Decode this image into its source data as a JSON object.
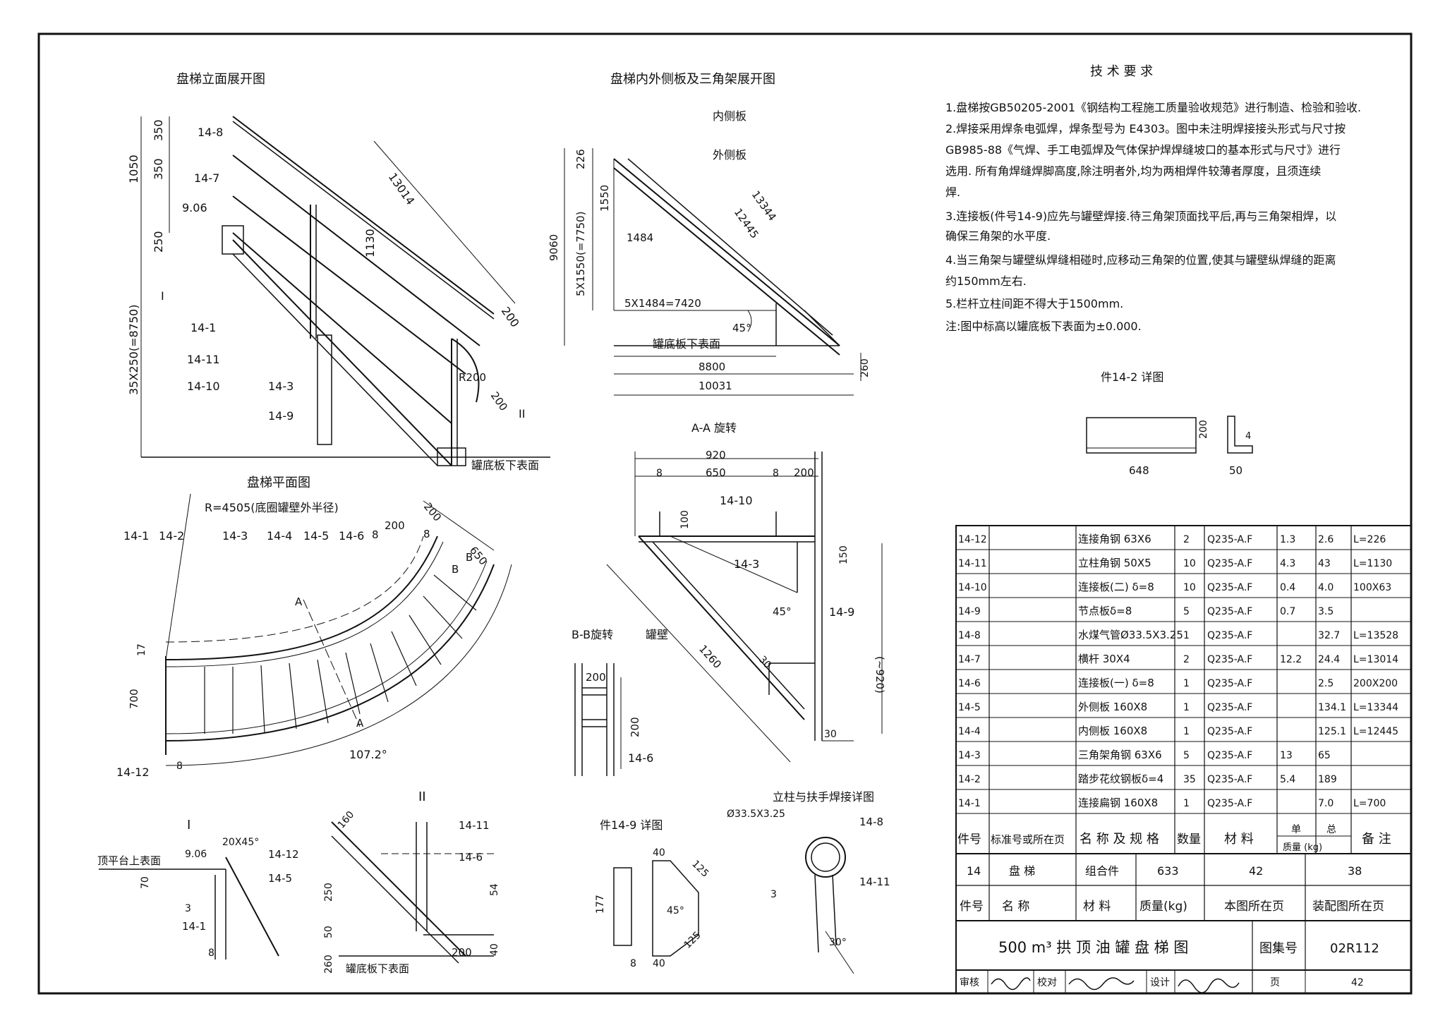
{
  "views": {
    "elevation_title": "盘梯立面展开图",
    "side_plate_title": "盘梯内外侧板及三角架展开图",
    "plan_title": "盘梯平面图",
    "aa_title": "A-A 旋转",
    "bb_title": "B-B旋转",
    "detail_I_title": "I",
    "detail_II_title": "II",
    "part149_title": "件14-9 详图",
    "weld_title": "立柱与扶手焊接详图",
    "part142_title": "件14-2 详图"
  },
  "elevation": {
    "dims": [
      "350",
      "350",
      "1050",
      "250",
      "35X250(=8750)",
      "9.06",
      "1130",
      "13014",
      "200",
      "R200",
      "200"
    ],
    "callouts": [
      "14-8",
      "14-7",
      "I",
      "14-1",
      "14-11",
      "14-10",
      "14-3",
      "14-9",
      "II"
    ],
    "base_label": "罐底板下表面"
  },
  "side_plate": {
    "labels": [
      "内侧板",
      "外侧板"
    ],
    "dims": [
      "226",
      "1550",
      "9060",
      "5X1550(=7750)",
      "1484",
      "5X1484=7420",
      "13344",
      "12445",
      "45°",
      "8800",
      "10031",
      "260"
    ],
    "base_label": "罐底板下表面"
  },
  "plan": {
    "radius_label": "R=4505(底圈罐壁外半径)",
    "callouts": [
      "14-1",
      "14-2",
      "14-3",
      "14-4",
      "14-5",
      "14-6",
      "14-12"
    ],
    "dims": [
      "8",
      "200",
      "8",
      "650",
      "17",
      "700",
      "8",
      "107.2°",
      "200"
    ],
    "section_marks": [
      "A",
      "A",
      "B",
      "B"
    ]
  },
  "aa_section": {
    "dims": [
      "920",
      "8",
      "650",
      "8",
      "200",
      "100",
      "150",
      "1260",
      "(~920)",
      "30",
      "45°",
      "30"
    ],
    "callouts": [
      "14-10",
      "14-3",
      "14-9"
    ]
  },
  "bb_section": {
    "dims": [
      "200",
      "200"
    ],
    "labels": [
      "罐壁",
      "14-6"
    ]
  },
  "detail_I": {
    "labels": [
      "顶平台上表面",
      "9.06",
      "20X45°",
      "14-12",
      "14-5",
      "70",
      "3",
      "14-1",
      "8"
    ]
  },
  "detail_II": {
    "labels": [
      "160",
      "14-11",
      "14-6",
      "250",
      "54",
      "50",
      "260",
      "200",
      "40"
    ],
    "base_label": "罐底板下表面"
  },
  "part149": {
    "dims": [
      "40",
      "125",
      "177",
      "45°",
      "125",
      "8",
      "40"
    ]
  },
  "weld_detail": {
    "labels": [
      "Ø33.5X3.25",
      "14-8",
      "3",
      "14-11",
      "30°"
    ]
  },
  "part142": {
    "dims": [
      "200",
      "4",
      "648",
      "50"
    ]
  },
  "tech": {
    "title": "技 术 要 求",
    "lines": [
      "1.盘梯按GB50205-2001《钢结构工程施工质量验收规范》进行制造、检验和验收.",
      "2.焊接采用焊条电弧焊，焊条型号为 E4303。图中未注明焊接接头形式与尺寸按",
      "  GB985-88《气焊、手工电弧焊及气体保护焊焊缝坡口的基本形式与尺寸》进行",
      "  选用. 所有角焊缝焊脚高度,除注明者外,均为两相焊件较薄者厚度，且须连续",
      "  焊.",
      "3.连接板(件号14-9)应先与罐壁焊接.待三角架顶面找平后,再与三角架相焊，以",
      "  确保三角架的水平度.",
      "4.当三角架与罐壁纵焊缝相碰时,应移动三角架的位置,使其与罐壁纵焊缝的距离",
      "  约150mm左右.",
      "5.栏杆立柱间距不得大于1500mm.",
      "注:图中标高以罐底板下表面为±0.000."
    ]
  },
  "bom": {
    "rows": [
      [
        "14-12",
        "",
        "连接角钢 63X6",
        "2",
        "Q235-A.F",
        "1.3",
        "2.6",
        "L=226"
      ],
      [
        "14-11",
        "",
        "立柱角钢 50X5",
        "10",
        "Q235-A.F",
        "4.3",
        "43",
        "L=1130"
      ],
      [
        "14-10",
        "",
        "连接板(二) δ=8",
        "10",
        "Q235-A.F",
        "0.4",
        "4.0",
        "100X63"
      ],
      [
        "14-9",
        "",
        "节点板δ=8",
        "5",
        "Q235-A.F",
        "0.7",
        "3.5",
        ""
      ],
      [
        "14-8",
        "",
        "水煤气管Ø33.5X3.25",
        "1",
        "Q235-A.F",
        "",
        "32.7",
        "L=13528"
      ],
      [
        "14-7",
        "",
        "横杆 30X4",
        "2",
        "Q235-A.F",
        "12.2",
        "24.4",
        "L=13014"
      ],
      [
        "14-6",
        "",
        "连接板(一) δ=8",
        "1",
        "Q235-A.F",
        "",
        "2.5",
        "200X200"
      ],
      [
        "14-5",
        "",
        "外侧板 160X8",
        "1",
        "Q235-A.F",
        "",
        "134.1",
        "L=13344"
      ],
      [
        "14-4",
        "",
        "内侧板 160X8",
        "1",
        "Q235-A.F",
        "",
        "125.1",
        "L=12445"
      ],
      [
        "14-3",
        "",
        "三角架角钢 63X6",
        "5",
        "Q235-A.F",
        "13",
        "65",
        ""
      ],
      [
        "14-2",
        "",
        "踏步花纹钢板δ=4",
        "35",
        "Q235-A.F",
        "5.4",
        "189",
        ""
      ],
      [
        "14-1",
        "",
        "连接扁钢 160X8",
        "1",
        "Q235-A.F",
        "",
        "7.0",
        "L=700"
      ]
    ],
    "header": [
      "件号",
      "标准号或所在页",
      "名 称 及 规 格",
      "数量",
      "材  料",
      "单",
      "总",
      "质量 (kg)",
      "备  注"
    ],
    "assembly_row": [
      "14",
      "盘  梯",
      "组合件",
      "633",
      "42",
      "38"
    ],
    "assembly_header": [
      "件号",
      "名  称",
      "材  料",
      "质量(kg)",
      "本图所在页",
      "装配图所在页"
    ]
  },
  "title_block": {
    "drawing_title": "500 m³ 拱 顶 油 罐 盘 梯 图",
    "atlas_label": "图集号",
    "atlas_no": "02R112",
    "review": "审核",
    "check": "校对",
    "design": "设计",
    "page_label": "页",
    "page_no": "42"
  }
}
